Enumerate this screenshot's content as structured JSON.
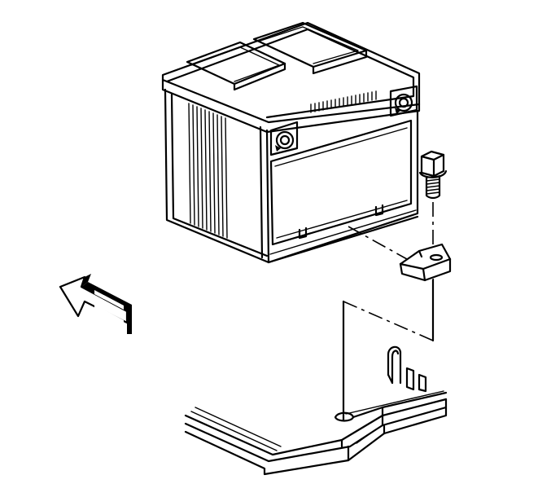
{
  "figure": {
    "kind": "exploded-view",
    "colors": {
      "ink": "#000000",
      "paper": "#ffffff"
    },
    "parts": [
      {
        "id": "battery",
        "icon": "battery-icon"
      },
      {
        "id": "hold-down-bolt",
        "icon": "bolt-icon"
      },
      {
        "id": "hold-down-retainer",
        "icon": "clamp-icon"
      },
      {
        "id": "battery-tray",
        "icon": "tray-icon"
      },
      {
        "id": "direction-arrow",
        "icon": "arrow-left-up-icon"
      }
    ]
  }
}
